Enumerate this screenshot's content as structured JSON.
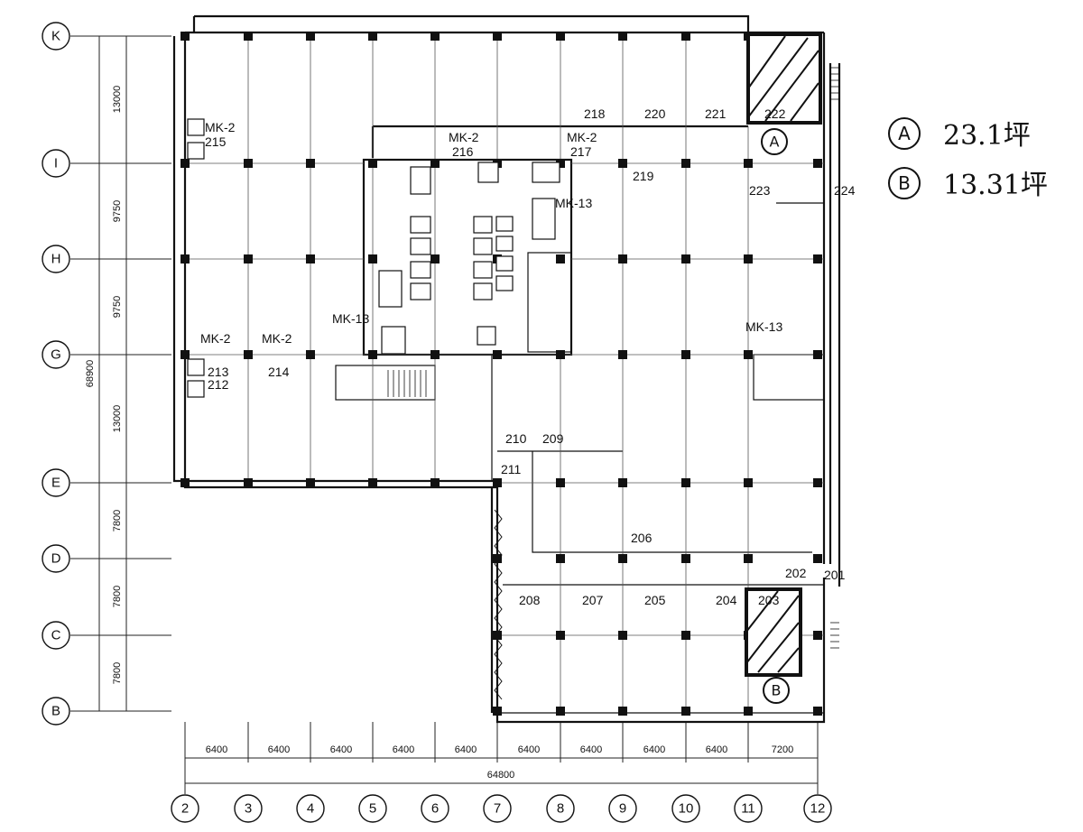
{
  "grid_rows": [
    "K",
    "I",
    "H",
    "G",
    "E",
    "D",
    "C",
    "B"
  ],
  "grid_cols": [
    "2",
    "3",
    "4",
    "5",
    "6",
    "7",
    "8",
    "9",
    "10",
    "11",
    "12"
  ],
  "dims_bottom": [
    "6400",
    "6400",
    "6400",
    "6400",
    "6400",
    "6400",
    "6400",
    "6400",
    "6400",
    "7200"
  ],
  "dim_total_width": "64800",
  "dims_left": [
    "13000",
    "9750",
    "9750",
    "13000",
    "7800",
    "7800",
    "7800"
  ],
  "dim_total_height": "68900",
  "rooms": [
    "215",
    "216",
    "217",
    "218",
    "220",
    "221",
    "222",
    "219",
    "223",
    "224",
    "213",
    "214",
    "212",
    "210",
    "209",
    "211",
    "206",
    "202",
    "201",
    "208",
    "207",
    "205",
    "204",
    "203"
  ],
  "equipment": [
    "MK-2",
    "MK-2",
    "MK-2",
    "MK-13",
    "MK-13",
    "MK-2",
    "MK-2",
    "MK-13"
  ],
  "legend": [
    {
      "letter": "A",
      "area": "23.1坪"
    },
    {
      "letter": "B",
      "area": "13.31坪"
    }
  ],
  "space_markers": [
    "A",
    "B"
  ]
}
